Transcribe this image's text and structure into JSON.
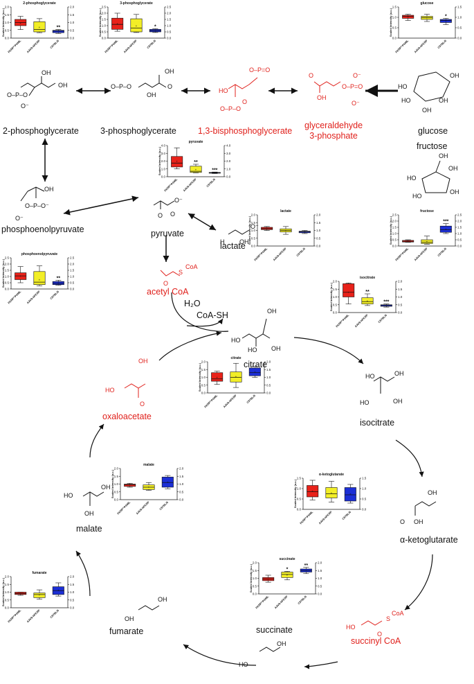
{
  "labels": {
    "two_pg": "2-phosphoglycerate",
    "three_pg": "3-phosphoglycerate",
    "bpg": "1,3-bisphosphoglycerate",
    "gap": "glyceraldehyde\n3-phosphate",
    "glucose": "glucose",
    "fructose": "fructose",
    "pep": "phosphoenolpyruvate",
    "pyruvate": "pyruvate",
    "lactate": "lactate",
    "acetyl_coa": "acetyl CoA",
    "h2o": "H₂O",
    "coa_sh": "CoA-SH",
    "citrate": "citrate",
    "oxaloacetate": "oxaloacetate",
    "isocitrate": "isocitrate",
    "malate": "malate",
    "akg": "α-ketoglutarate",
    "fumarate": "fumarate",
    "succinate": "succinate",
    "succinyl_coa": "succinyl CoA"
  },
  "colors": {
    "red_highlight": "#e0201b",
    "group1": "#e8221a",
    "group2": "#f2ee27",
    "group3": "#1c2fd6"
  },
  "chart_common": {
    "ylabel": "Scaled Intensity (a.u.)",
    "groups": [
      "FKRP^P448L",
      "AAV9-hFKRP",
      "C57BL/6"
    ]
  },
  "chart_data": [
    {
      "type": "box",
      "title": "2-phosphoglycerate",
      "ylim": [
        0,
        2
      ],
      "yticks": [
        "0.0",
        "0.5",
        "1.0",
        "1.5",
        "2.0"
      ],
      "boxes": [
        {
          "min": 0.55,
          "q1": 0.8,
          "median": 1.0,
          "q3": 1.2,
          "max": 1.4,
          "mean": 0.95,
          "sig": ""
        },
        {
          "min": 0.35,
          "q1": 0.4,
          "median": 0.55,
          "q3": 1.05,
          "max": 1.25,
          "mean": 0.7,
          "sig": ""
        },
        {
          "min": 0.3,
          "q1": 0.35,
          "median": 0.45,
          "q3": 0.5,
          "max": 0.55,
          "mean": 0.45,
          "sig": "**"
        }
      ]
    },
    {
      "type": "box",
      "title": "3-phosphoglycerate",
      "ylim": [
        0,
        2.5
      ],
      "yticks": [
        "0.0",
        "0.5",
        "1.0",
        "1.5",
        "2.0",
        "2.5"
      ],
      "boxes": [
        {
          "min": 0.55,
          "q1": 0.7,
          "median": 1.1,
          "q3": 1.6,
          "max": 2.0,
          "mean": 1.15,
          "sig": ""
        },
        {
          "min": 0.45,
          "q1": 0.5,
          "median": 0.8,
          "q3": 1.55,
          "max": 1.9,
          "mean": 1.0,
          "sig": ""
        },
        {
          "min": 0.45,
          "q1": 0.5,
          "median": 0.6,
          "q3": 0.7,
          "max": 0.75,
          "mean": 0.6,
          "sig": "*"
        }
      ]
    },
    {
      "type": "box",
      "title": "glucose",
      "ylim": [
        0,
        1.5
      ],
      "yticks": [
        "0.0",
        "0.5",
        "1.0",
        "1.5"
      ],
      "boxes": [
        {
          "min": 0.85,
          "q1": 0.95,
          "median": 1.05,
          "q3": 1.1,
          "max": 1.15,
          "mean": 1.02,
          "sig": ""
        },
        {
          "min": 0.8,
          "q1": 0.9,
          "median": 0.98,
          "q3": 1.05,
          "max": 1.15,
          "mean": 0.97,
          "sig": ""
        },
        {
          "min": 0.65,
          "q1": 0.75,
          "median": 0.85,
          "q3": 0.9,
          "max": 0.95,
          "mean": 0.83,
          "sig": "*"
        }
      ]
    },
    {
      "type": "box",
      "title": "pyruvate",
      "ylim": [
        0,
        4
      ],
      "yticks": [
        "0.0",
        "1.0",
        "2.0",
        "3.0",
        "4.0"
      ],
      "boxes": [
        {
          "min": 1.0,
          "q1": 1.25,
          "median": 1.75,
          "q3": 2.6,
          "max": 3.7,
          "mean": 2.0,
          "sig": ""
        },
        {
          "min": 0.5,
          "q1": 0.55,
          "median": 0.7,
          "q3": 1.35,
          "max": 1.6,
          "mean": 0.9,
          "sig": "**"
        },
        {
          "min": 0.4,
          "q1": 0.45,
          "median": 0.5,
          "q3": 0.55,
          "max": 0.6,
          "mean": 0.5,
          "sig": "***"
        }
      ]
    },
    {
      "type": "box",
      "title": "lactate",
      "ylim": [
        0,
        2
      ],
      "yticks": [
        "0.0",
        "0.5",
        "1.0",
        "1.5",
        "2.0"
      ],
      "boxes": [
        {
          "min": 1.0,
          "q1": 1.05,
          "median": 1.12,
          "q3": 1.2,
          "max": 1.25,
          "mean": 1.12,
          "sig": ""
        },
        {
          "min": 0.75,
          "q1": 0.9,
          "median": 1.0,
          "q3": 1.1,
          "max": 1.25,
          "mean": 1.0,
          "sig": ""
        },
        {
          "min": 0.8,
          "q1": 0.85,
          "median": 0.92,
          "q3": 0.95,
          "max": 1.0,
          "mean": 0.92,
          "sig": ""
        }
      ]
    },
    {
      "type": "box",
      "title": "fructose",
      "ylim": [
        0,
        2.5
      ],
      "yticks": [
        "0.0",
        "0.5",
        "1.0",
        "1.5",
        "2.0",
        "2.5"
      ],
      "boxes": [
        {
          "min": 0.3,
          "q1": 0.32,
          "median": 0.38,
          "q3": 0.45,
          "max": 0.5,
          "mean": 0.38,
          "sig": ""
        },
        {
          "min": 0.15,
          "q1": 0.2,
          "median": 0.3,
          "q3": 0.5,
          "max": 0.8,
          "mean": 0.35,
          "sig": ""
        },
        {
          "min": 1.0,
          "q1": 1.1,
          "median": 1.3,
          "q3": 1.6,
          "max": 1.8,
          "mean": 1.35,
          "sig": "***"
        }
      ]
    },
    {
      "type": "box",
      "title": "phosphoenolpyruvate",
      "ylim": [
        0,
        2.5
      ],
      "yticks": [
        "0.0",
        "0.5",
        "1.0",
        "1.5",
        "2.0",
        "2.5"
      ],
      "boxes": [
        {
          "min": 0.5,
          "q1": 0.75,
          "median": 1.05,
          "q3": 1.3,
          "max": 1.8,
          "mean": 1.05,
          "sig": ""
        },
        {
          "min": 0.25,
          "q1": 0.35,
          "median": 0.55,
          "q3": 1.4,
          "max": 1.85,
          "mean": 0.75,
          "sig": ""
        },
        {
          "min": 0.3,
          "q1": 0.35,
          "median": 0.45,
          "q3": 0.6,
          "max": 0.7,
          "mean": 0.48,
          "sig": "**"
        }
      ]
    },
    {
      "type": "box",
      "title": "isocitrate",
      "ylim": [
        0,
        2
      ],
      "yticks": [
        "0.0",
        "0.5",
        "1.0",
        "1.5",
        "2.0"
      ],
      "boxes": [
        {
          "min": 0.55,
          "q1": 1.0,
          "median": 1.3,
          "q3": 1.85,
          "max": 1.9,
          "mean": 1.3,
          "sig": ""
        },
        {
          "min": 0.45,
          "q1": 0.55,
          "median": 0.7,
          "q3": 0.95,
          "max": 1.2,
          "mean": 0.75,
          "sig": "**"
        },
        {
          "min": 0.35,
          "q1": 0.4,
          "median": 0.45,
          "q3": 0.5,
          "max": 0.55,
          "mean": 0.45,
          "sig": "***"
        }
      ]
    },
    {
      "type": "box",
      "title": "citrate",
      "ylim": [
        0,
        2
      ],
      "yticks": [
        "0.0",
        "0.5",
        "1.0",
        "1.5",
        "2.0"
      ],
      "boxes": [
        {
          "min": 0.55,
          "q1": 0.75,
          "median": 0.9,
          "q3": 1.3,
          "max": 1.4,
          "mean": 1.0,
          "sig": ""
        },
        {
          "min": 0.35,
          "q1": 0.7,
          "median": 1.0,
          "q3": 1.35,
          "max": 1.9,
          "mean": 1.05,
          "sig": ""
        },
        {
          "min": 1.0,
          "q1": 1.1,
          "median": 1.3,
          "q3": 1.6,
          "max": 1.7,
          "mean": 1.35,
          "sig": ""
        }
      ]
    },
    {
      "type": "box",
      "title": "malate",
      "ylim": [
        0,
        2
      ],
      "yticks": [
        "0.0",
        "0.5",
        "1.0",
        "1.5",
        "2.0"
      ],
      "boxes": [
        {
          "min": 0.8,
          "q1": 0.85,
          "median": 0.95,
          "q3": 1.0,
          "max": 1.05,
          "mean": 0.95,
          "sig": ""
        },
        {
          "min": 0.6,
          "q1": 0.65,
          "median": 0.8,
          "q3": 0.95,
          "max": 1.1,
          "mean": 0.82,
          "sig": ""
        },
        {
          "min": 0.7,
          "q1": 0.8,
          "median": 1.1,
          "q3": 1.45,
          "max": 1.55,
          "mean": 1.12,
          "sig": ""
        }
      ]
    },
    {
      "type": "box",
      "title": "α-ketoglutarate",
      "ylim": [
        0,
        1.5
      ],
      "yticks": [
        "0.0",
        "0.5",
        "1.0",
        "1.5"
      ],
      "boxes": [
        {
          "min": 0.45,
          "q1": 0.6,
          "median": 0.85,
          "q3": 1.15,
          "max": 1.4,
          "mean": 0.88,
          "sig": ""
        },
        {
          "min": 0.35,
          "q1": 0.55,
          "median": 0.75,
          "q3": 1.05,
          "max": 1.35,
          "mean": 0.8,
          "sig": ""
        },
        {
          "min": 0.3,
          "q1": 0.4,
          "median": 0.7,
          "q3": 1.05,
          "max": 1.2,
          "mean": 0.75,
          "sig": ""
        }
      ]
    },
    {
      "type": "box",
      "title": "succinate",
      "ylim": [
        0,
        2
      ],
      "yticks": [
        "0.0",
        "0.5",
        "1.0",
        "1.5",
        "2.0"
      ],
      "boxes": [
        {
          "min": 0.75,
          "q1": 0.85,
          "median": 0.95,
          "q3": 1.05,
          "max": 1.2,
          "mean": 0.95,
          "sig": ""
        },
        {
          "min": 0.9,
          "q1": 1.05,
          "median": 1.25,
          "q3": 1.4,
          "max": 1.45,
          "mean": 1.22,
          "sig": "*"
        },
        {
          "min": 1.3,
          "q1": 1.4,
          "median": 1.5,
          "q3": 1.6,
          "max": 1.7,
          "mean": 1.5,
          "sig": "**"
        }
      ]
    },
    {
      "type": "box",
      "title": "fumarate",
      "ylim": [
        0,
        2
      ],
      "yticks": [
        "0.0",
        "0.5",
        "1.0",
        "1.5",
        "2.0"
      ],
      "boxes": [
        {
          "min": 0.8,
          "q1": 0.85,
          "median": 0.92,
          "q3": 1.0,
          "max": 1.0,
          "mean": 0.92,
          "sig": ""
        },
        {
          "min": 0.55,
          "q1": 0.65,
          "median": 0.85,
          "q3": 0.95,
          "max": 1.15,
          "mean": 0.83,
          "sig": ""
        },
        {
          "min": 0.75,
          "q1": 0.85,
          "median": 1.1,
          "q3": 1.35,
          "max": 1.6,
          "mean": 1.12,
          "sig": ""
        }
      ]
    }
  ]
}
